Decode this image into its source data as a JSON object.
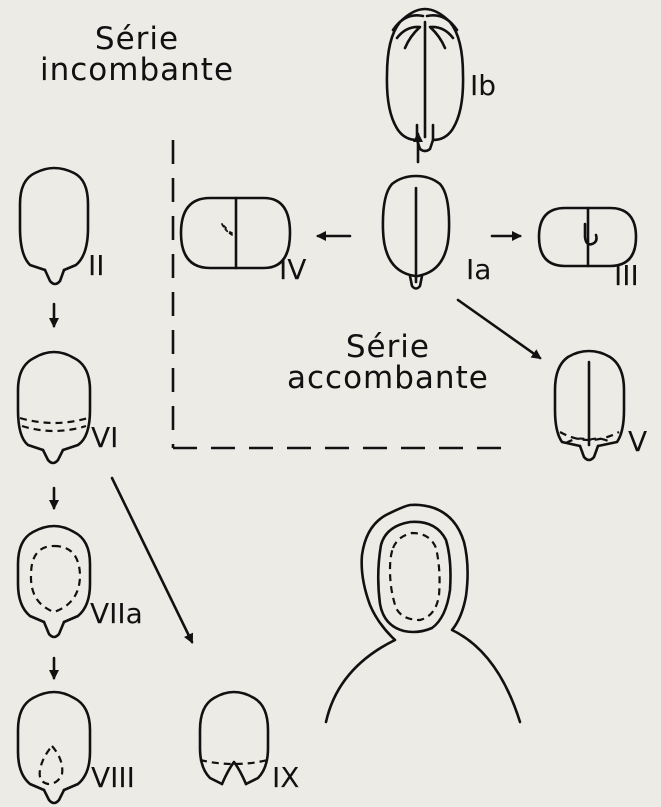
{
  "series": {
    "incombante": {
      "line1": "Série",
      "line2": "incombante"
    },
    "accombante": {
      "line1": "Série",
      "line2": "accombante"
    }
  },
  "labels": {
    "ia": "Ia",
    "ib": "Ib",
    "ii": "II",
    "iii": "III",
    "iv": "IV",
    "v": "V",
    "vi": "VI",
    "viia": "VIIa",
    "viii": "VIII",
    "ix": "IX"
  }
}
